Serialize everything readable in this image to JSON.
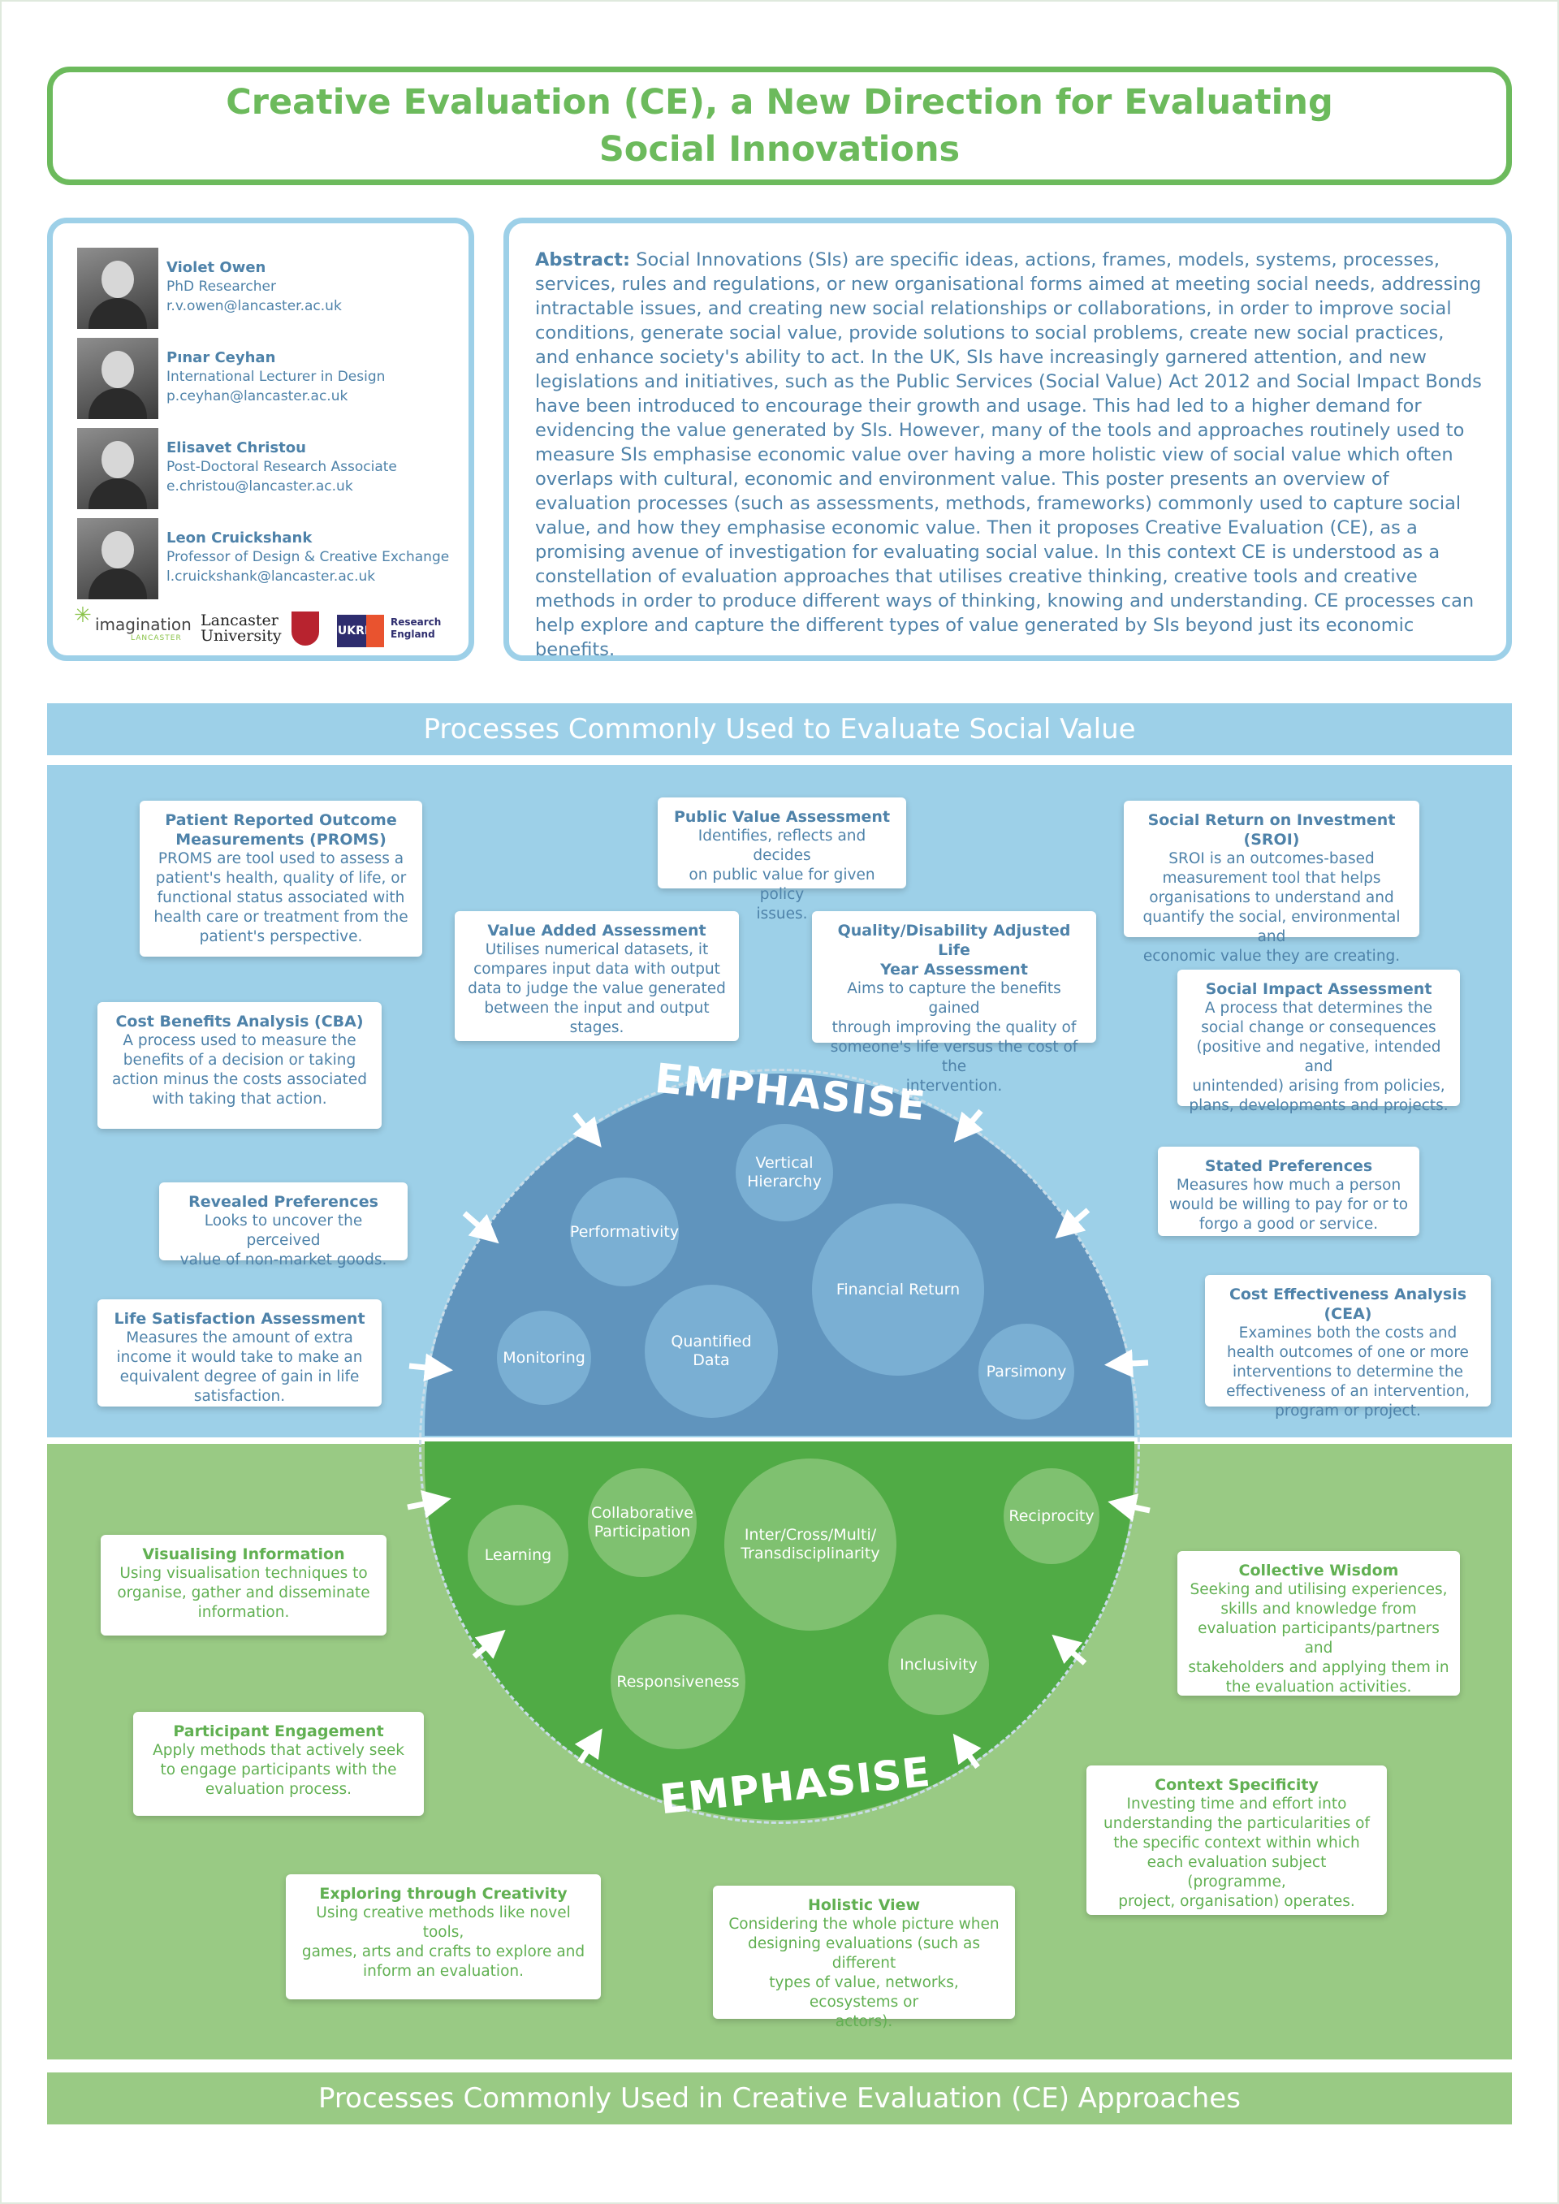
{
  "title": "Creative Evaluation (CE), a New Direction for Evaluating\nSocial Innovations",
  "authors": [
    {
      "name": "Violet Owen",
      "role": "PhD Researcher",
      "email": "r.v.owen@lancaster.ac.uk"
    },
    {
      "name": "Pınar Ceyhan",
      "role": "International Lecturer in Design",
      "email": "p.ceyhan@lancaster.ac.uk"
    },
    {
      "name": "Elisavet Christou",
      "role": "Post-Doctoral Research Associate",
      "email": "e.christou@lancaster.ac.uk"
    },
    {
      "name": "Leon Cruickshank",
      "role": "Professor of Design & Creative Exchange",
      "email": "l.cruickshank@lancaster.ac.uk"
    }
  ],
  "logos": {
    "imagination": "imagination",
    "imagination_sub": "LANCASTER",
    "lancaster_line1": "Lancaster",
    "lancaster_line2": "University",
    "ukri": "UKRI",
    "research_line1": "Research",
    "research_line2": "England"
  },
  "abstract": {
    "label": "Abstract:",
    "text": " Social Innovations (SIs) are specific ideas, actions, frames, models, systems, processes, services, rules and regulations, or new organisational forms aimed at meeting social needs, addressing intractable issues, and creating new social relationships or collaborations, in order to improve social conditions, generate social value, provide solutions to social problems, create new social practices, and enhance society's ability to act. In the UK, SIs have increasingly garnered attention, and new legislations and initiatives, such as the Public Services (Social Value) Act 2012 and Social Impact Bonds have been introduced to encourage their growth and usage. This had led to a higher demand for evidencing the value generated by SIs. However, many of the tools and approaches routinely used to measure SIs emphasise economic value over having a more holistic view of social value which often overlaps with cultural, economic and environment value. This poster presents an overview of evaluation processes (such as assessments, methods, frameworks) commonly used to capture social value, and how they emphasise economic value. Then it proposes Creative Evaluation (CE), as a promising avenue of investigation for evaluating social value. In this context CE is understood as a constellation of evaluation approaches that utilises creative thinking, creative tools and creative methods in order to produce different ways of thinking, knowing and understanding. CE processes can help explore and capture the different types of value generated by SIs beyond just its economic benefits."
  },
  "sections": {
    "social_value_header": "Processes Commonly Used to Evaluate Social Value",
    "ce_header": "Processes Commonly Used in Creative Evaluation (CE) Approaches",
    "emphasise_top": "EMPHASISE",
    "emphasise_bottom": "EMPHASISE"
  },
  "blue_circles": {
    "vertical_hierarchy": "Vertical\nHierarchy",
    "performativity": "Performativity",
    "financial_return": "Financial Return",
    "monitoring": "Monitoring",
    "quantified_data": "Quantified\nData",
    "parsimony": "Parsimony"
  },
  "green_circles": {
    "learning": "Learning",
    "collaborative_participation": "Collaborative\nParticipation",
    "interdisciplinarity": "Inter/Cross/Multi/\nTransdisciplinarity",
    "reciprocity": "Reciprocity",
    "responsiveness": "Responsiveness",
    "inclusivity": "Inclusivity"
  },
  "blue_boxes": {
    "proms": {
      "title": "Patient Reported Outcome\nMeasurements (PROMS)",
      "body": "PROMS are tool used to assess a\npatient's health, quality of life, or\nfunctional status associated with\nhealth care or treatment from the\npatient's perspective."
    },
    "pva": {
      "title": "Public Value Assessment",
      "body": "Identifies, reflects and decides\non public value for given policy\nissues."
    },
    "sroi": {
      "title": "Social Return on Investment (SROI)",
      "body": "SROI is an outcomes-based\nmeasurement tool that helps\norganisations to understand and\nquantify the social, environmental and\neconomic value they are creating."
    },
    "vaa": {
      "title": "Value Added Assessment",
      "body": "Utilises numerical datasets, it\ncompares input data with output\ndata to judge the value generated\nbetween the input and output\nstages."
    },
    "qaly": {
      "title": "Quality/Disability Adjusted Life\nYear Assessment",
      "body": "Aims to capture the benefits gained\nthrough improving the quality of\nsomeone's life versus the cost of the\nintervention."
    },
    "sia": {
      "title": "Social Impact Assessment",
      "body": "A process that determines the\nsocial change or consequences\n(positive and negative, intended and\nunintended) arising from policies,\nplans, developments and projects."
    },
    "cba": {
      "title": "Cost Benefits Analysis (CBA)",
      "body": "A process used to measure the\nbenefits of a decision or taking\naction minus the costs associated\nwith taking that action."
    },
    "stated": {
      "title": "Stated Preferences",
      "body": "Measures how much a person\nwould be willing to pay for or to\nforgo a good or service."
    },
    "revealed": {
      "title": "Revealed Preferences",
      "body": "Looks to uncover the perceived\nvalue of non-market goods."
    },
    "life": {
      "title": "Life Satisfaction Assessment",
      "body": "Measures the amount of extra\nincome it would take to make an\nequivalent degree of gain in life\nsatisfaction."
    },
    "cea": {
      "title": "Cost Effectiveness Analysis (CEA)",
      "body": "Examines both the costs and\nhealth outcomes of one or more\ninterventions to determine the\neffectiveness of an intervention,\nprogram or project."
    }
  },
  "green_boxes": {
    "visualising": {
      "title": "Visualising Information",
      "body": "Using visualisation techniques to\norganise, gather and disseminate\ninformation."
    },
    "collective": {
      "title": "Collective Wisdom",
      "body": "Seeking and utilising experiences,\nskills and knowledge from\nevaluation participants/partners and\nstakeholders and applying them in\nthe evaluation activities."
    },
    "participant": {
      "title": "Participant Engagement",
      "body": "Apply methods that actively seek\nto engage participants with the\nevaluation process."
    },
    "context": {
      "title": "Context Specificity",
      "body": "Investing time and effort into\nunderstanding the particularities of\nthe specific context within which\neach evaluation subject (programme,\nproject, organisation) operates."
    },
    "creativity": {
      "title": "Exploring through Creativity",
      "body": "Using creative methods like novel tools,\ngames, arts and crafts to explore and\ninform an evaluation."
    },
    "holistic": {
      "title": "Holistic View",
      "body": "Considering the whole picture when\ndesigning evaluations (such as different\ntypes of value, networks, ecosystems or\nactors)."
    }
  },
  "colors": {
    "green_accent": "#6cba5c",
    "blue_accent": "#4e82a9",
    "blue_panel": "#9dd0e8",
    "green_panel": "#99ca84"
  }
}
